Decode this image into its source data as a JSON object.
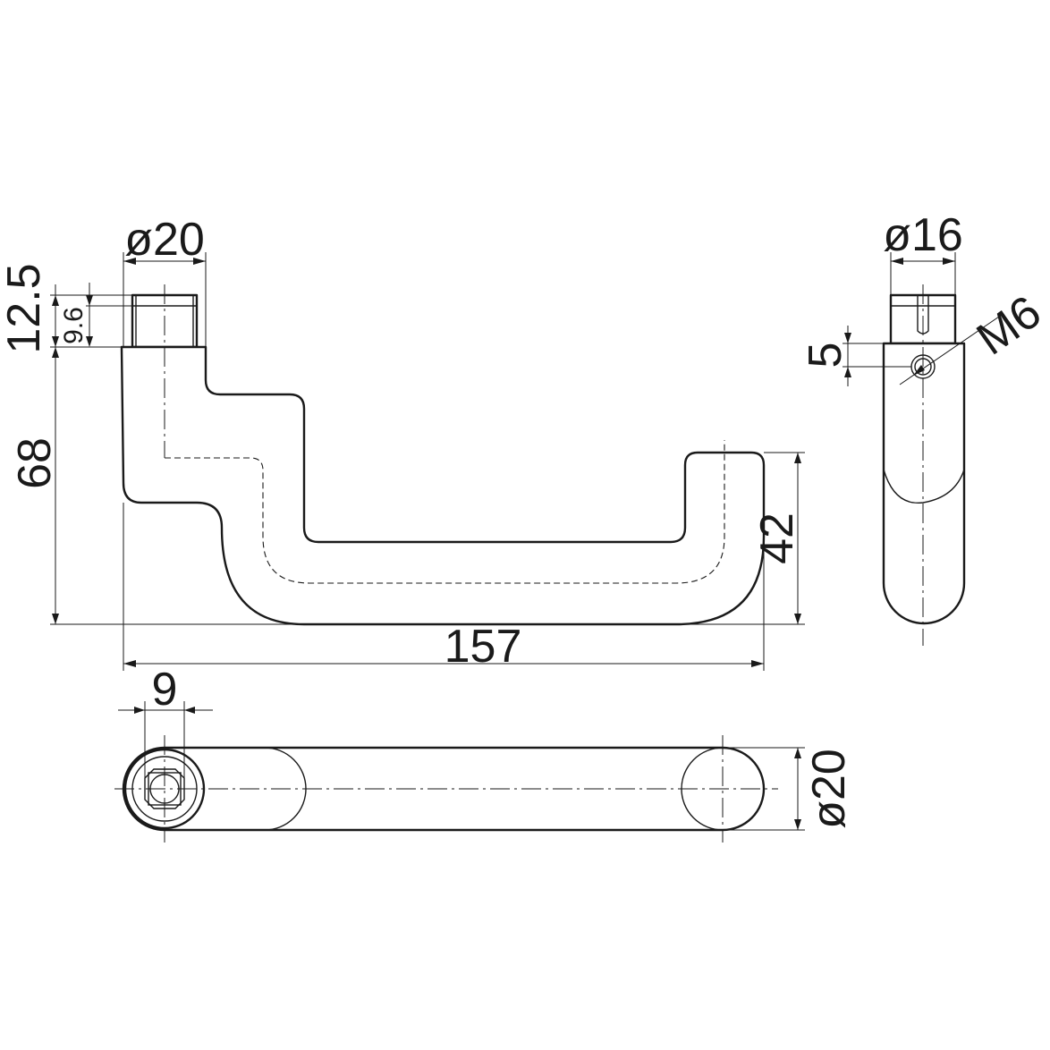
{
  "dimensions": {
    "collar_diameter": "ø20",
    "collar_height": "12.5",
    "collar_step": "9.6",
    "total_height": "68",
    "grip_height": "42",
    "total_length": "157",
    "square_offset": "9",
    "grip_diameter": "ø20",
    "end_diameter": "ø16",
    "screw_offset": "5",
    "screw_thread": "M6"
  }
}
